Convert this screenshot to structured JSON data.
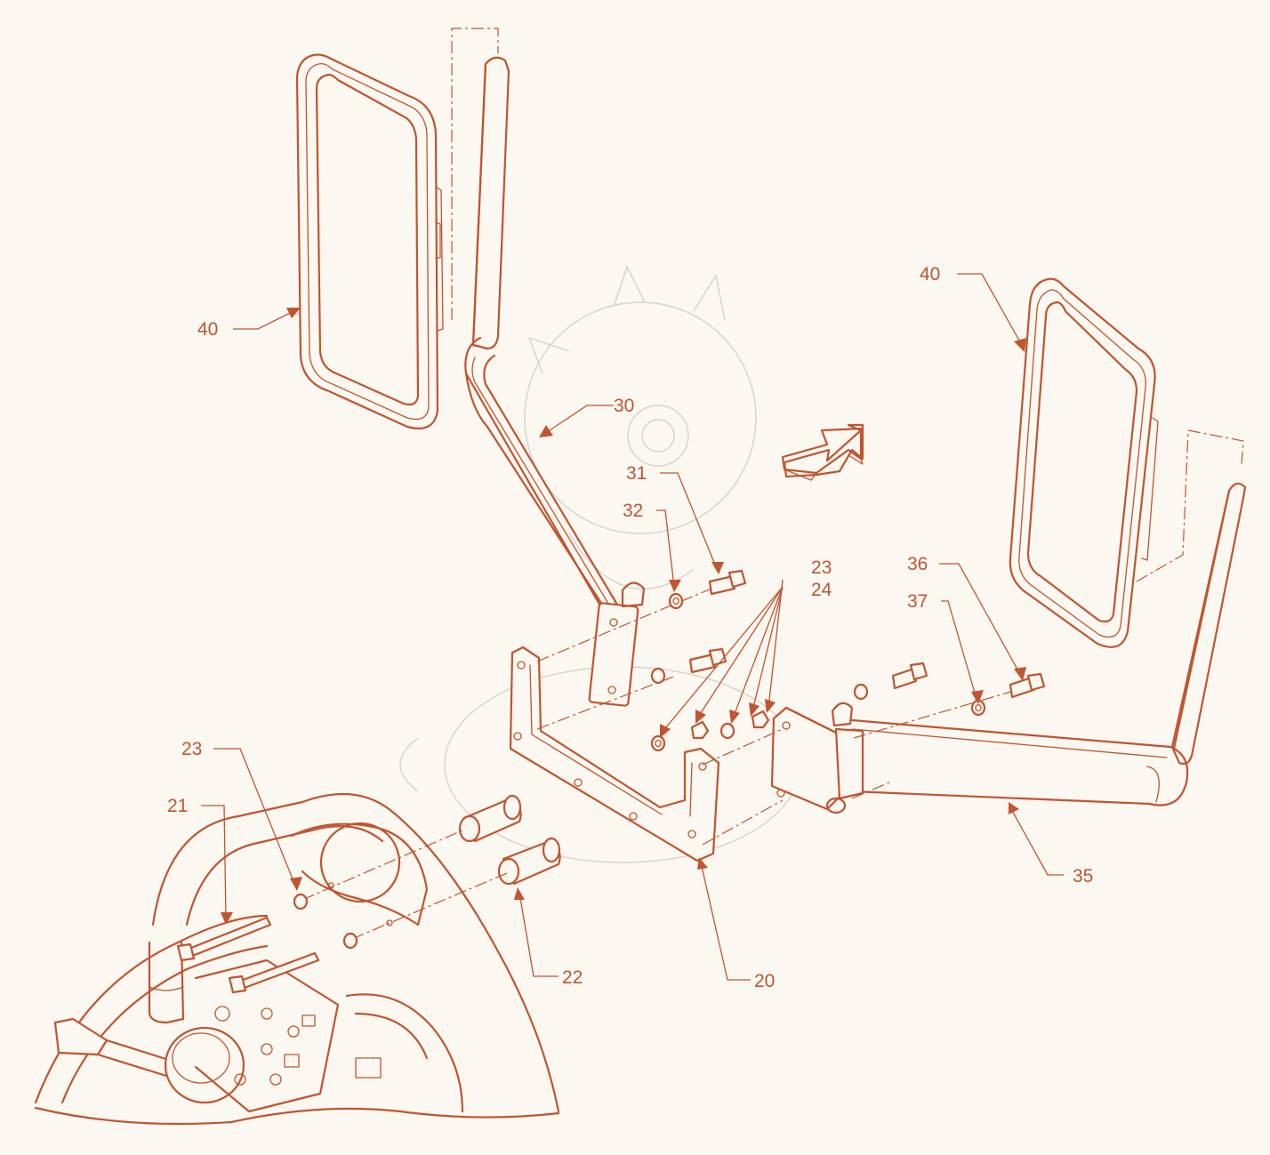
{
  "callouts": {
    "c40_left": "40",
    "c40_right": "40",
    "c30": "30",
    "c31": "31",
    "c32": "32",
    "c23_top": "23",
    "c24": "24",
    "c36": "36",
    "c37": "37",
    "c23_left": "23",
    "c21": "21",
    "c22": "22",
    "c20": "20",
    "c35": "35"
  },
  "colors": {
    "line": "#c0552f",
    "background": "#fbf7f1",
    "watermark": "#d8d2c9"
  },
  "icons": {
    "direction_arrow": "arrow-up-right-icon"
  }
}
